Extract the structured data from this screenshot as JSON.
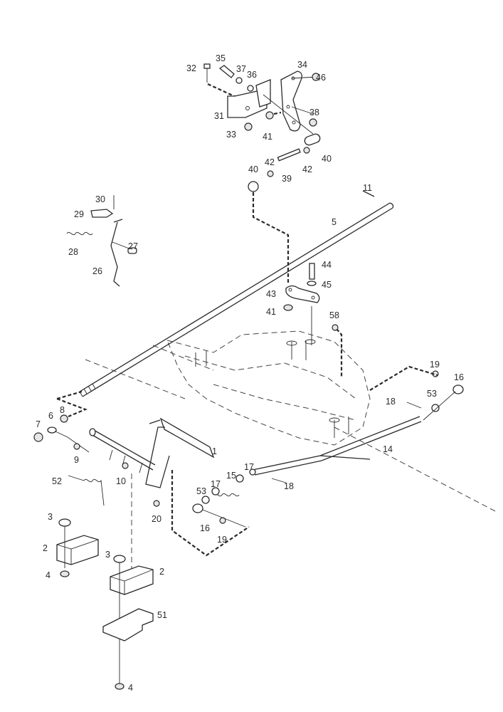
{
  "diagram": {
    "title": "Exploded parts view - pedal and transmission control linkage",
    "callouts": [
      {
        "id": "c1",
        "label": "1"
      },
      {
        "id": "c2a",
        "label": "2"
      },
      {
        "id": "c2b",
        "label": "2"
      },
      {
        "id": "c3a",
        "label": "3"
      },
      {
        "id": "c3b",
        "label": "3"
      },
      {
        "id": "c4a",
        "label": "4"
      },
      {
        "id": "c4b",
        "label": "4"
      },
      {
        "id": "c5",
        "label": "5"
      },
      {
        "id": "c6",
        "label": "6"
      },
      {
        "id": "c7",
        "label": "7"
      },
      {
        "id": "c8",
        "label": "8"
      },
      {
        "id": "c9",
        "label": "9"
      },
      {
        "id": "c10",
        "label": "10"
      },
      {
        "id": "c11",
        "label": "11"
      },
      {
        "id": "c14",
        "label": "14"
      },
      {
        "id": "c15",
        "label": "15"
      },
      {
        "id": "c16a",
        "label": "16"
      },
      {
        "id": "c16b",
        "label": "16"
      },
      {
        "id": "c17a",
        "label": "17"
      },
      {
        "id": "c17b",
        "label": "17"
      },
      {
        "id": "c18a",
        "label": "18"
      },
      {
        "id": "c18b",
        "label": "18"
      },
      {
        "id": "c19a",
        "label": "19"
      },
      {
        "id": "c19b",
        "label": "19"
      },
      {
        "id": "c20",
        "label": "20"
      },
      {
        "id": "c26",
        "label": "26"
      },
      {
        "id": "c27",
        "label": "27"
      },
      {
        "id": "c28",
        "label": "28"
      },
      {
        "id": "c29",
        "label": "29"
      },
      {
        "id": "c30",
        "label": "30"
      },
      {
        "id": "c31",
        "label": "31"
      },
      {
        "id": "c32",
        "label": "32"
      },
      {
        "id": "c33",
        "label": "33"
      },
      {
        "id": "c34",
        "label": "34"
      },
      {
        "id": "c35",
        "label": "35"
      },
      {
        "id": "c36",
        "label": "36"
      },
      {
        "id": "c37",
        "label": "37"
      },
      {
        "id": "c38",
        "label": "38"
      },
      {
        "id": "c39",
        "label": "39"
      },
      {
        "id": "c40a",
        "label": "40"
      },
      {
        "id": "c40b",
        "label": "40"
      },
      {
        "id": "c41a",
        "label": "41"
      },
      {
        "id": "c41b",
        "label": "41"
      },
      {
        "id": "c42a",
        "label": "42"
      },
      {
        "id": "c42b",
        "label": "42"
      },
      {
        "id": "c43",
        "label": "43"
      },
      {
        "id": "c44",
        "label": "44"
      },
      {
        "id": "c45",
        "label": "45"
      },
      {
        "id": "c46",
        "label": "46"
      },
      {
        "id": "c51",
        "label": "51"
      },
      {
        "id": "c52",
        "label": "52"
      },
      {
        "id": "c53a",
        "label": "53"
      },
      {
        "id": "c53b",
        "label": "53"
      },
      {
        "id": "c58",
        "label": "58"
      }
    ]
  }
}
